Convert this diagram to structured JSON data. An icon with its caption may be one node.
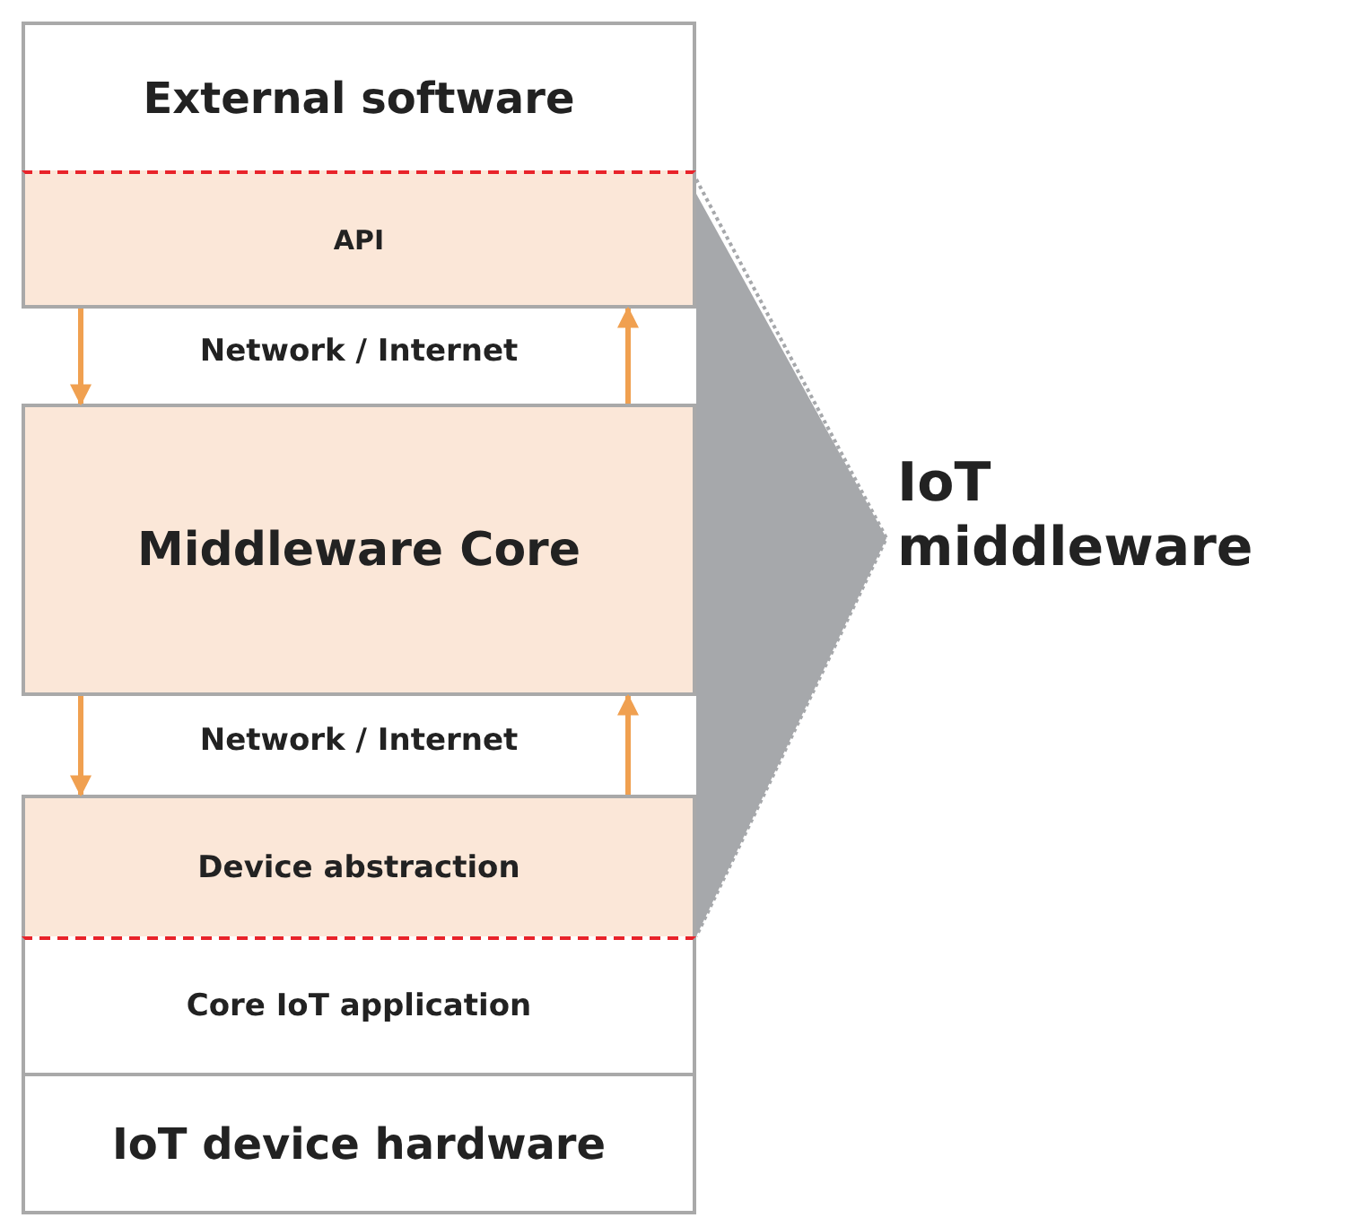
{
  "diagram": {
    "nodes": [
      {
        "text": [
          "External software"
        ]
      },
      {
        "text": [
          "API"
        ]
      },
      {
        "text": [
          "Middleware Core"
        ]
      },
      {
        "text": [
          "Device abstraction"
        ]
      },
      {
        "text": [
          "Core IoT application"
        ]
      },
      {
        "text": [
          "IoT device hardware"
        ]
      }
    ],
    "edges": [
      {
        "from": 1,
        "to": 2,
        "arrow": "to"
      },
      {
        "from": 2,
        "to": 1,
        "arrow": "to"
      },
      {
        "from": 2,
        "to": 3,
        "arrow": "to"
      },
      {
        "from": 3,
        "to": 2,
        "arrow": "to"
      }
    ],
    "labels": [
      "Network / Internet",
      "Network / Internet",
      "IoT middleware"
    ]
  }
}
